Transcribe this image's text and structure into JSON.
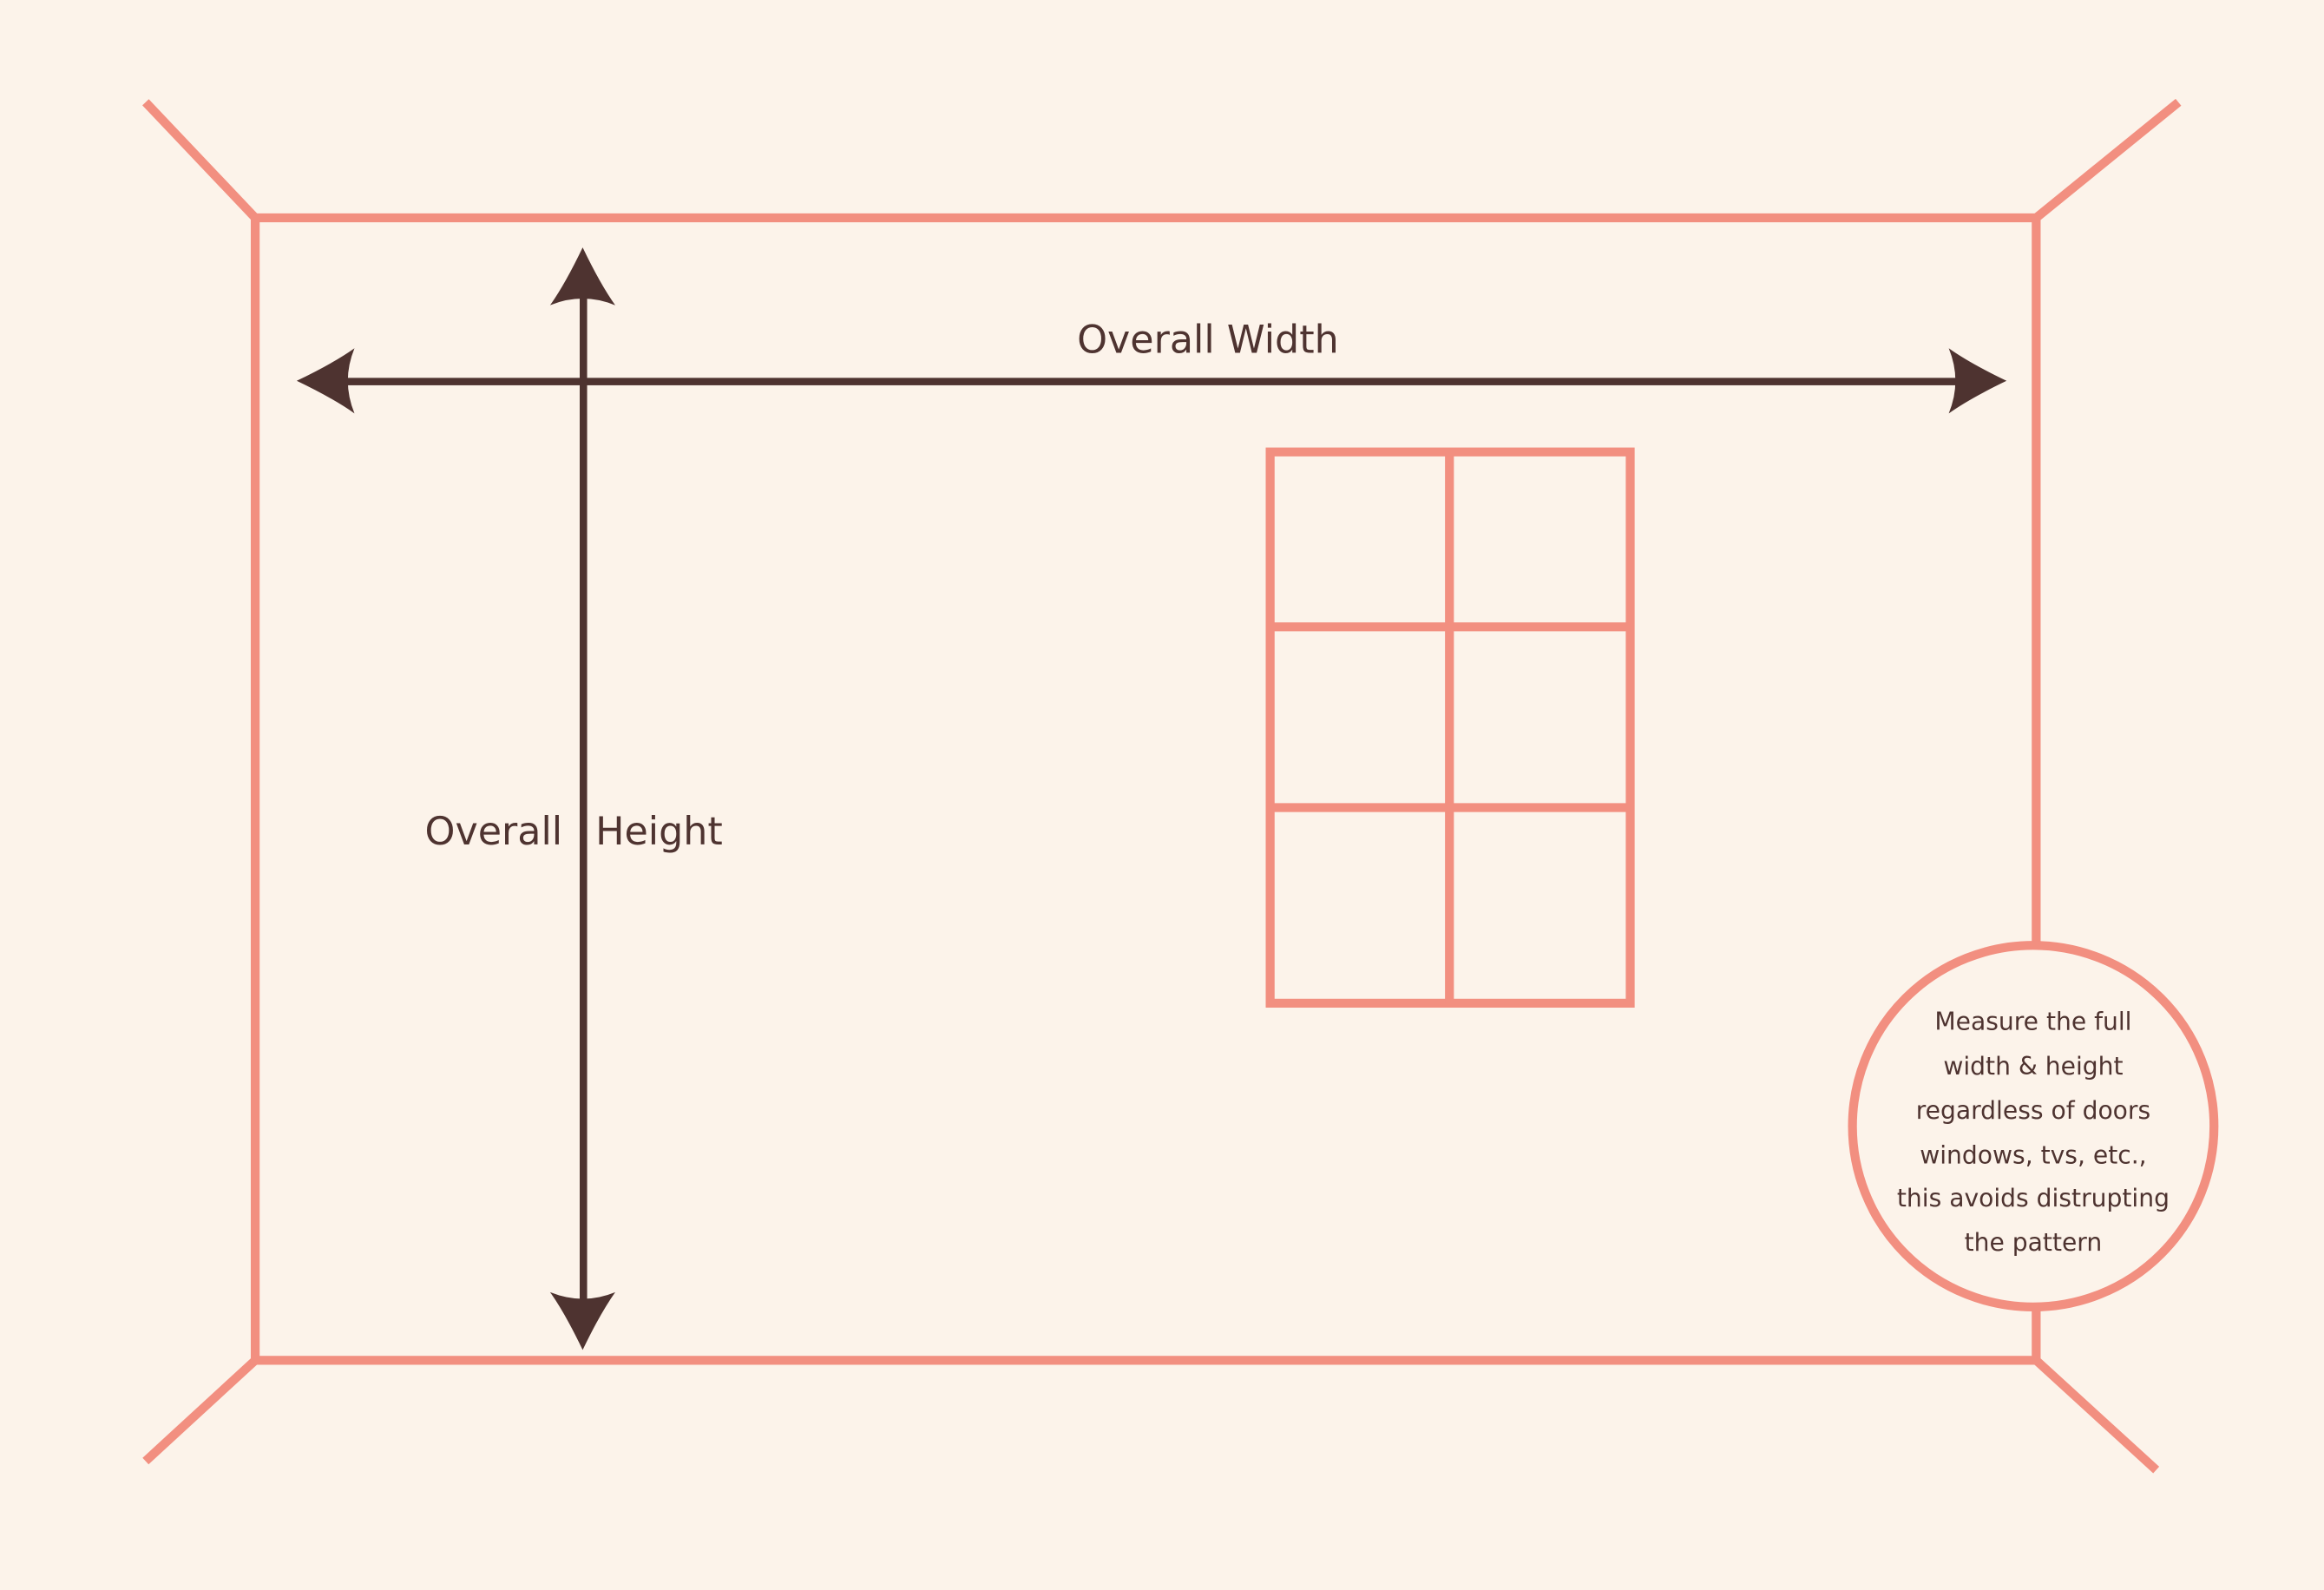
{
  "colors": {
    "background": "#FCF3EA",
    "wall": "#F28F80",
    "arrow": "#4E3330"
  },
  "labels": {
    "width": "Overall Width",
    "height": "Overall Height"
  },
  "note": {
    "lines": [
      "Measure the full",
      "width & height",
      "regardless of doors",
      "windows, tvs, etc.,",
      "this avoids distrupting",
      "the pattern"
    ]
  }
}
